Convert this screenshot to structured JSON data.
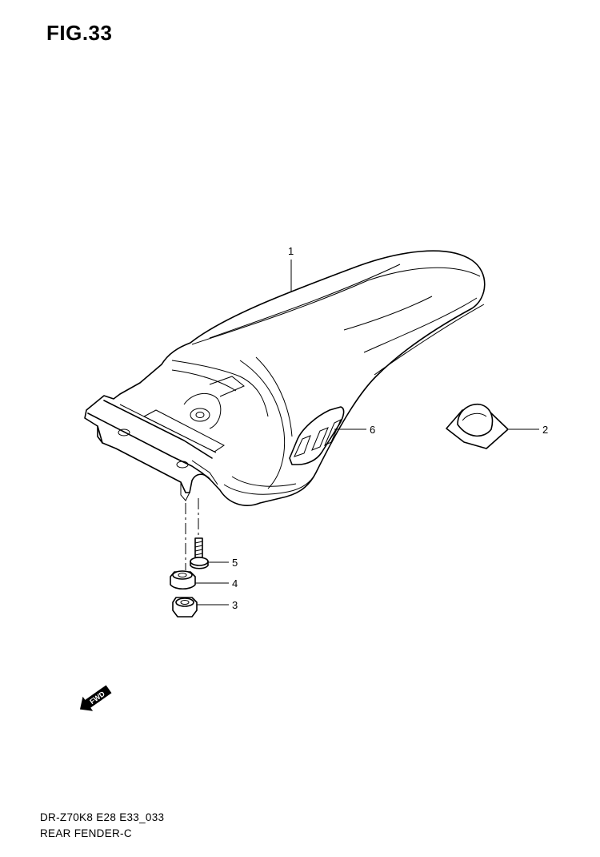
{
  "figure": {
    "title": "FIG.33",
    "code": "DR-Z70K8 E28 E33_033",
    "name": "REAR FENDER-C"
  },
  "callouts": [
    {
      "id": "1",
      "part": "rear-fender"
    },
    {
      "id": "2",
      "part": "cap"
    },
    {
      "id": "3",
      "part": "nut"
    },
    {
      "id": "4",
      "part": "washer"
    },
    {
      "id": "5",
      "part": "bolt"
    },
    {
      "id": "6",
      "part": "decal"
    }
  ],
  "fwd_arrow": {
    "label": "FWD"
  }
}
